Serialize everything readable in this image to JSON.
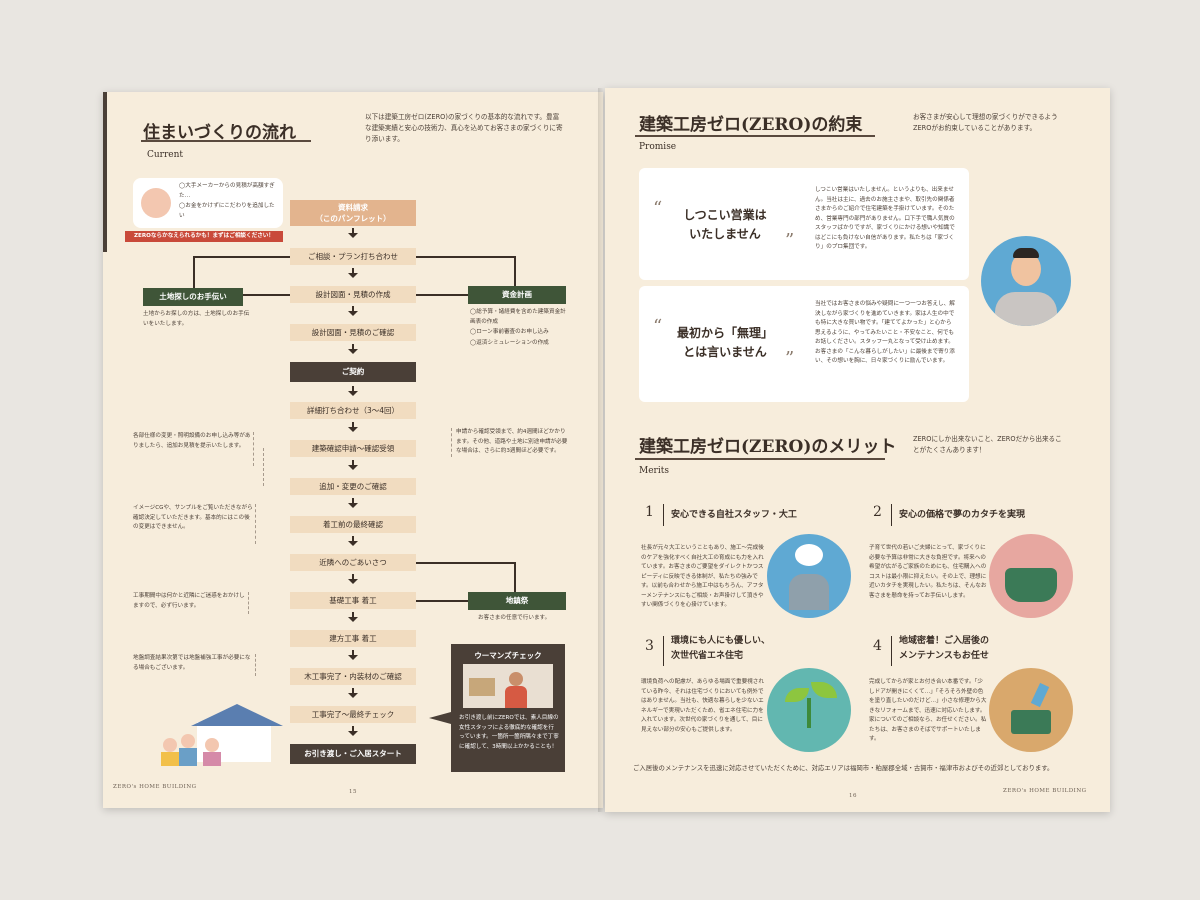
{
  "left": {
    "title": "住まいづくりの流れ",
    "subtitle": "Current",
    "intro": "以下は建築工房ゼロ(ZERO)の家づくりの基本的な流れです。豊富な建築実績と安心の技術力、真心を込めてお客さまの家づくりに寄り添います。",
    "bubble_lines": [
      "◯大手メーカーからの見積が高額すぎた…",
      "◯お金をかけずにこだわりを追加したい"
    ],
    "bubble_banner": "ZEROならかなえられるかも！まずはご相談ください！",
    "steps": [
      "資料請求\n（このパンフレット）",
      "ご相談・プラン打ち合わせ",
      "設計図面・見積の作成",
      "設計図面・見積のご確認",
      "ご契約",
      "詳細打ち合わせ（3〜4回）",
      "建築確認申請〜確認受領",
      "追加・変更のご確認",
      "着工前の最終確認",
      "近隣へのごあいさつ",
      "基礎工事 着工",
      "建方工事 着工",
      "木工事完了・内装材のご確認",
      "工事完了〜最終チェック",
      "お引き渡し・ご入居スタート"
    ],
    "land_label": "土地探しのお手伝い",
    "land_note": "土地からお探しの方は、土地探しのお手伝いをいたします。",
    "finance_label": "資金計画",
    "finance_items": [
      "◯総予算・諸経費を含めた建築資金計画表の作成",
      "◯ローン事前審査のお申し込み",
      "◯返済シミュレーションの作成"
    ],
    "confirm_note": "申請から確認受領まで、約4週間ほどかかります。その他、道路や土地に別途申請が必要な場合は、さらに約3週間ほど必要です。",
    "notes_left": [
      "各部仕様の変更・照明設備のお申し込み等がありましたら、追加お見積を提示いたします。",
      "イメージCGや、サンプルをご覧いただきながら確認決定していただきます。基本的にはこの後の変更はできません。",
      "工事期間中は何かと近隣にご迷惑をおかけしますので、必ず行います。",
      "地盤調査結果次第では地盤補強工事が必要になる場合もございます。"
    ],
    "ground_label": "地鎮祭",
    "ground_note": "お客さまの任意で行います。",
    "women_title": "ウーマンズチェック",
    "women_text": "お引き渡し前にZEROでは、素人目線の女性スタッフによる徹底的な確認を行っています。一箇所一箇所隅々まで丁寧に確認して、3時間以上かかることも！",
    "footer_brand": "ZERO's HOME BUILDING",
    "page_number": "15"
  },
  "right": {
    "title1": "建築工房ゼロ(ZERO)の約束",
    "subtitle1": "Promise",
    "intro1": "お客さまが安心して理想の家づくりができるようZEROがお約束していることがあります。",
    "promises": [
      {
        "quote": [
          "しつこい営業は",
          "いたしません"
        ],
        "text": "しつこい営業はいたしません。というよりも、出来ません。当社は主に、過去のお施主さまや、取引先の関係者さまからのご紹介で住宅建築を手掛けています。そのため、営業専門の部門がありません。口下手で職人気質のスタッフばかりですが、家づくりにかける想いや知識ではどこにも負けない自信があります。私たちは「家づくり」のプロ集団です。"
      },
      {
        "quote": [
          "最初から「無理」",
          "とは言いません"
        ],
        "text": "当社ではお客さまの悩みや疑問に一つ一つお答えし、解決しながら家づくりを進めていきます。家は人生の中でも特に大きな買い物です。「建ててよかった」と心から思えるように、やってみたいこと・不安なこと、何でもお話しください。スタッフ一丸となって受け止めます。お客さまの「こんな暮らしがしたい」に最後まで寄り添い、その想いを胸に、日々家づくりに励んでいます。"
      }
    ],
    "title2": "建築工房ゼロ(ZERO)のメリット",
    "subtitle2": "Merits",
    "intro2": "ZEROにしか出来ないこと、ZEROだから出来ることがたくさんあります！",
    "merits": [
      {
        "num": "1",
        "head": [
          "安心できる自社スタッフ・大工"
        ],
        "text": "社長が元々大工ということもあり、施工〜完成後のケアを強化すべく自社大工の育成にも力を入れています。お客さまのご要望をダイレクトかつスピーディに反映できる体制が、私たちの強みです。以前も合わせから施工中はもちろん、アフターメンテナンスにもご相談・お声掛けして頂きやすい関係づくりを心掛けています。",
        "icon": "carpenter-icon"
      },
      {
        "num": "2",
        "head": [
          "安心の価格で夢のカタチを実現"
        ],
        "text": "子育て世代の若いご夫婦にとって、家づくりに必要な予算は非常に大きな負担です。将来への希望が広がるご家族のためにも、住宅購入へのコストは最小限に抑えたい。その上で、理想に近いカタチを実現したい。私たちは、そんなお客さまを懸命を持ってお手伝いします。",
        "icon": "purse-icon"
      },
      {
        "num": "3",
        "head": [
          "環境にも人にも優しい、",
          "次世代省エネ住宅"
        ],
        "text": "環境負荷への配慮が、あらゆる場面で重要視されている昨今、それは住宅づくりにおいても例外ではありません。当社も、快適な暮らしを少ないエネルギーで実現いただくため、省エネ住宅に力を入れています。次世代の家づくりを通して、目に見えない部分の安心もご提供します。",
        "icon": "sprout-icon"
      },
      {
        "num": "4",
        "head": [
          "地域密着！ご入居後の",
          "メンテナンスもお任せ"
        ],
        "text": "完成してからが家とお付き合い本番です。「少しドアが開きにくくて…」「そろそろ外壁の色を塗り直したいのだけど…」小さな修理から大きなリフォームまで、迅速に対応いたします。家についてのご相談なら、お任せください。私たちは、お客さまのそばでサポートいたします。",
        "icon": "toolbox-icon"
      }
    ],
    "bottom_note": "ご入居後のメンテナンスを迅速に対応させていただくために、対応エリアは福岡市・粕屋郡全域・古賀市・福津市およびその近郊としております。",
    "footer_brand": "ZERO's HOME BUILDING",
    "page_number": "16"
  },
  "colors": {
    "page": "#f7eddc",
    "dark_brown": "#4a3f37",
    "green": "#3f5538",
    "peach": "#e3b48e",
    "step": "#f1dcc0"
  }
}
